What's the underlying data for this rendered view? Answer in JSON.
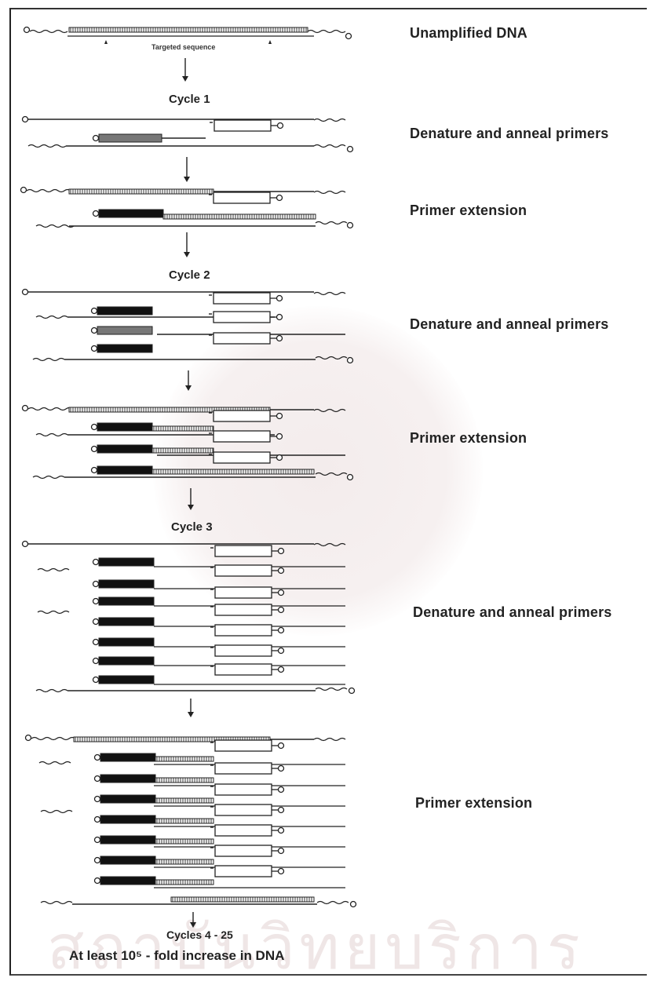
{
  "header": {
    "targeted_sequence": "Targeted sequence"
  },
  "steps": [
    {
      "id": "unamplified",
      "label": "Unamplified DNA"
    },
    {
      "id": "cycle1_denature",
      "label": "Denature and anneal primers"
    },
    {
      "id": "cycle1_extension",
      "label": "Primer extension"
    },
    {
      "id": "cycle2_denature",
      "label": "Denature and anneal primers"
    },
    {
      "id": "cycle2_extension",
      "label": "Primer extension"
    },
    {
      "id": "cycle3_denature",
      "label": "Denature and anneal primers"
    },
    {
      "id": "cycle3_extension",
      "label": "Primer extension"
    }
  ],
  "cycles": [
    "Cycle 1",
    "Cycle 2",
    "Cycle 3"
  ],
  "footer": {
    "cycles_range": "Cycles 4 - 25",
    "fold_increase": "At least 10⁵ - fold increase in DNA"
  },
  "watermark": {
    "text": "สถาบันวิทยบริการ"
  },
  "colors": {
    "ink": "#222222",
    "primer_fill": "#111111",
    "primer_fill_cycle1": "#777777",
    "watermark": "#efe6e6"
  }
}
